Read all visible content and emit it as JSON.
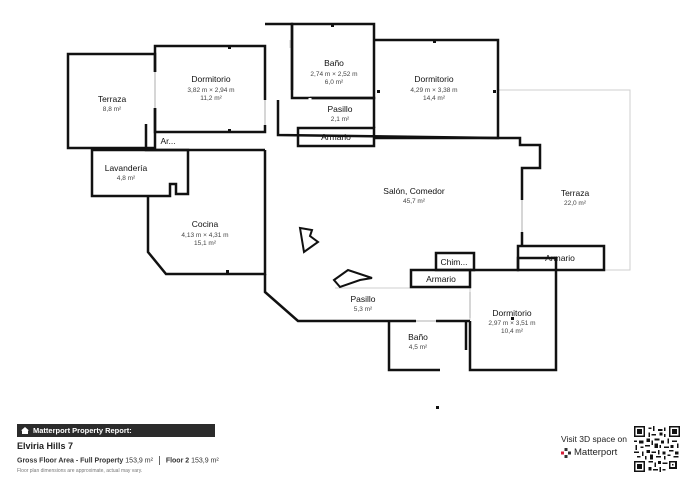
{
  "rooms": [
    {
      "id": "terraza-1",
      "name": "Terraza",
      "area": "8,8 m²"
    },
    {
      "id": "dormitorio-1",
      "name": "Dormitorio",
      "dims": "3,82 m × 2,94 m",
      "area": "11,2 m²"
    },
    {
      "id": "bano-1",
      "name": "Baño",
      "dims": "2,74 m × 2,52 m",
      "area": "6,0 m²"
    },
    {
      "id": "pasillo-1",
      "name": "Pasillo",
      "area": "2,1 m²"
    },
    {
      "id": "armario-1",
      "name": "Armario"
    },
    {
      "id": "dormitorio-2",
      "name": "Dormitorio",
      "dims": "4,29 m × 3,38 m",
      "area": "14,4 m²"
    },
    {
      "id": "ar",
      "name": "Ar..."
    },
    {
      "id": "lavanderia",
      "name": "Lavandería",
      "area": "4,8 m²"
    },
    {
      "id": "salon",
      "name": "Salón, Comedor",
      "area": "45,7 m²"
    },
    {
      "id": "terraza-2",
      "name": "Terraza",
      "area": "22,0 m²"
    },
    {
      "id": "cocina",
      "name": "Cocina",
      "dims": "4,13 m × 4,31 m",
      "area": "15,1 m²"
    },
    {
      "id": "chim",
      "name": "Chim..."
    },
    {
      "id": "armario-2",
      "name": "Armario"
    },
    {
      "id": "armario-3",
      "name": "Armario"
    },
    {
      "id": "pasillo-2",
      "name": "Pasillo",
      "area": "5,3 m²"
    },
    {
      "id": "dormitorio-3",
      "name": "Dormitorio",
      "dims": "2,97 m × 3,51 m",
      "area": "10,4 m²"
    },
    {
      "id": "bano-2",
      "name": "Baño",
      "area": "4,5 m²"
    }
  ],
  "footer": {
    "report_label": "Matterport Property Report:",
    "property_name": "Elviria Hills 7",
    "gross_label": "Gross Floor Area - Full Property",
    "gross_value": "153,9 m²",
    "floor_label": "Floor 2",
    "floor_value": "153,9 m²",
    "disclaimer": "Floor plan dimensions are approximate, actual may vary.",
    "visit_text": "Visit 3D space on",
    "brand": "Matterport"
  },
  "colors": {
    "wall": "#111111",
    "terrace_line": "#cfcfcf",
    "footer_bar": "#2b2b2b",
    "brand_red": "#d6203a"
  }
}
